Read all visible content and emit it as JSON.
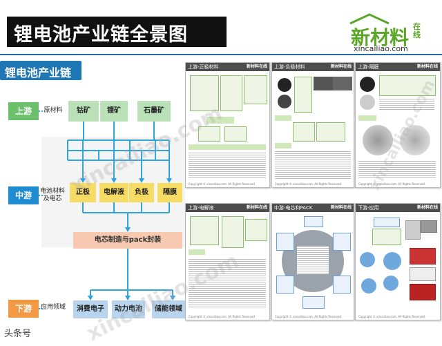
{
  "header": {
    "title": "锂电池产业链全景图"
  },
  "logo": {
    "name": "新材料",
    "suffix": "在线",
    "url": "xincailiao.com"
  },
  "left": {
    "title": "锂电池产业链",
    "stages": {
      "up": "上游",
      "mid": "中游",
      "down": "下游"
    },
    "categories": {
      "up": "原材料",
      "mid": "电池材料及电芯",
      "down": "应用领域"
    },
    "raw": [
      "钴矿",
      "锂矿",
      "石墨矿"
    ],
    "materials": [
      "正极",
      "电解液",
      "负极",
      "隔膜"
    ],
    "manufacture": "电芯制造与pack封装",
    "apps": [
      "消费电子",
      "动力电池",
      "储能领域"
    ]
  },
  "thumbs": [
    {
      "title": "上游-正极材料",
      "logo": "新材料在线"
    },
    {
      "title": "上游-负极材料",
      "logo": "新材料在线"
    },
    {
      "title": "上游-隔膜",
      "logo": "新材料在线"
    },
    {
      "title": "上游-电解液",
      "logo": "新材料在线"
    },
    {
      "title": "中游-电芯和PACK",
      "logo": "新材料在线"
    },
    {
      "title": "下游-应用",
      "logo": "新材料在线"
    }
  ],
  "copyright": "Copyright © xincailiao.com. All Rights Reserved",
  "watermark": "xincailiao.com",
  "attribution": "头条号"
}
